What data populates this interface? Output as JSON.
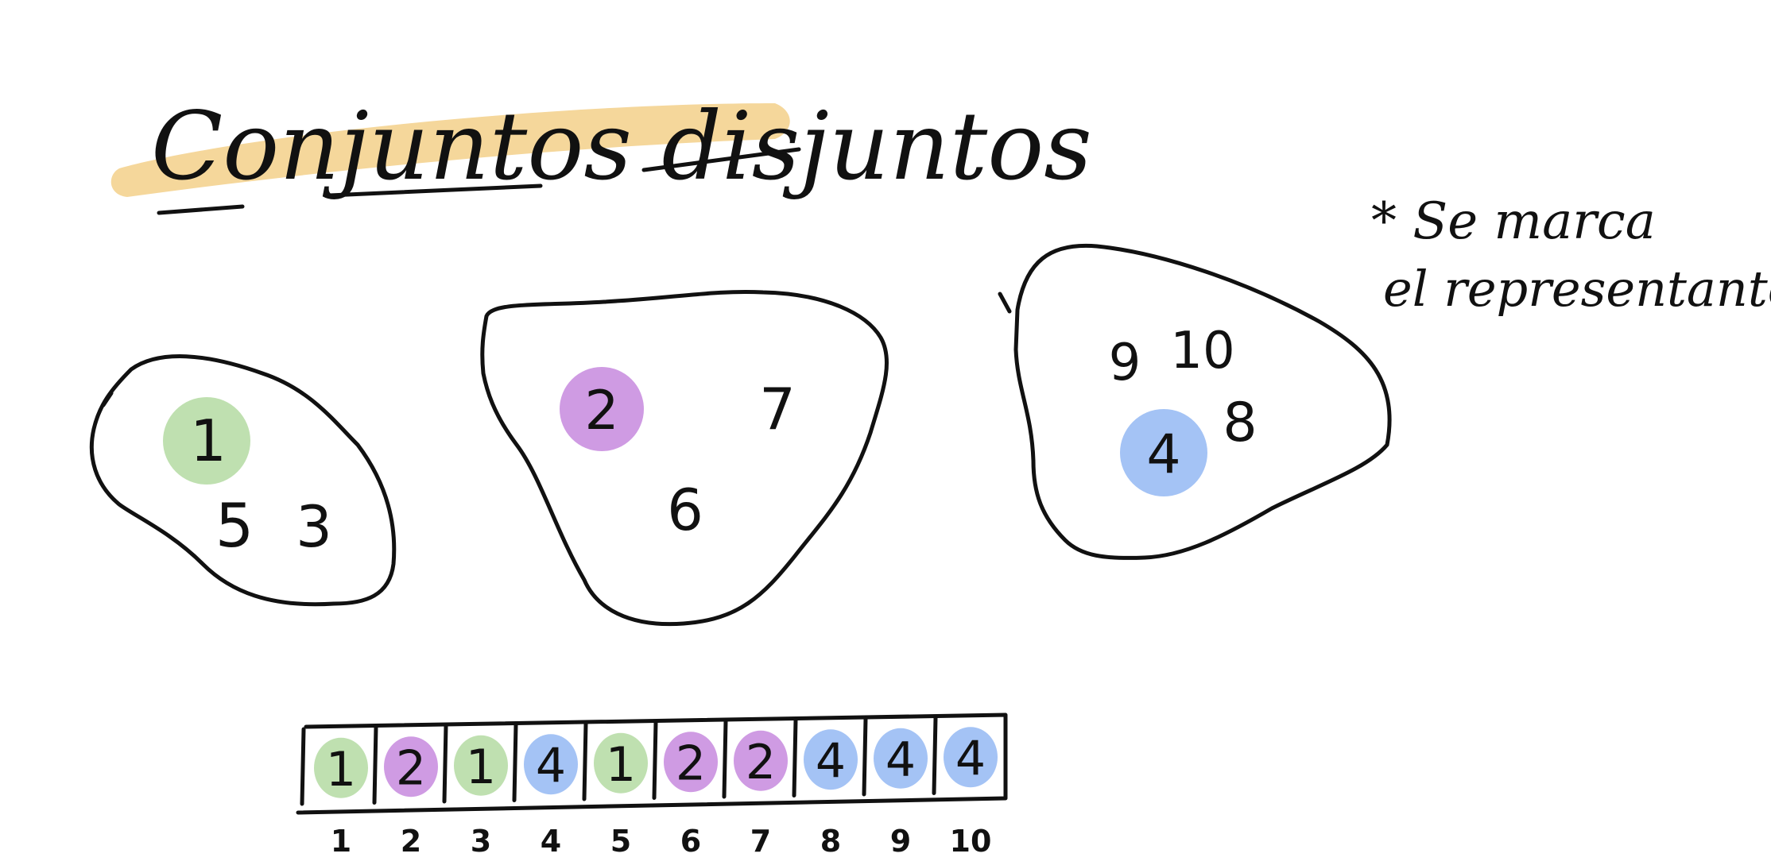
{
  "title": "Conjuntos disjuntos",
  "note": {
    "line1": "* Se marca",
    "line2": "el representante"
  },
  "colors": {
    "highlight": "#f5d79b",
    "green": "#bfe0b0",
    "purple": "#cf9be3",
    "blue": "#a4c3f5",
    "ink": "#111111"
  },
  "sets": [
    {
      "representative": "1",
      "rep_color": "green",
      "members": [
        "5",
        "3"
      ]
    },
    {
      "representative": "2",
      "rep_color": "purple",
      "members": [
        "7",
        "6"
      ]
    },
    {
      "representative": "4",
      "rep_color": "blue",
      "members": [
        "9",
        "10",
        "8"
      ]
    }
  ],
  "array": {
    "values": [
      "1",
      "2",
      "1",
      "4",
      "1",
      "2",
      "2",
      "4",
      "4",
      "4"
    ],
    "colors": [
      "green",
      "purple",
      "green",
      "blue",
      "green",
      "purple",
      "purple",
      "blue",
      "blue",
      "blue"
    ],
    "indices": [
      "1",
      "2",
      "3",
      "4",
      "5",
      "6",
      "7",
      "8",
      "9",
      "10"
    ]
  }
}
